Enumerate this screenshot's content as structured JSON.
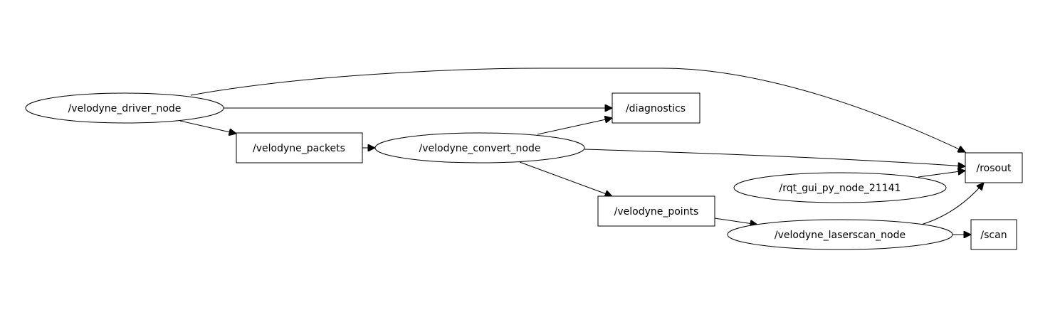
{
  "nodes": {
    "velodyne_driver_node": {
      "label": "/velodyne_driver_node",
      "kind": "node"
    },
    "velodyne_packets": {
      "label": "/velodyne_packets",
      "kind": "topic"
    },
    "velodyne_convert_node": {
      "label": "/velodyne_convert_node",
      "kind": "node"
    },
    "diagnostics": {
      "label": "/diagnostics",
      "kind": "topic"
    },
    "velodyne_points": {
      "label": "/velodyne_points",
      "kind": "topic"
    },
    "rqt_gui_py_node": {
      "label": "/rqt_gui_py_node_21141",
      "kind": "node"
    },
    "velodyne_laserscan_node": {
      "label": "/velodyne_laserscan_node",
      "kind": "node"
    },
    "rosout": {
      "label": "/rosout",
      "kind": "topic"
    },
    "scan": {
      "label": "/scan",
      "kind": "topic"
    }
  },
  "edges": [
    {
      "from": "velodyne_driver_node",
      "to": "diagnostics"
    },
    {
      "from": "velodyne_driver_node",
      "to": "velodyne_packets"
    },
    {
      "from": "velodyne_driver_node",
      "to": "rosout"
    },
    {
      "from": "velodyne_packets",
      "to": "velodyne_convert_node"
    },
    {
      "from": "velodyne_convert_node",
      "to": "diagnostics"
    },
    {
      "from": "velodyne_convert_node",
      "to": "rosout"
    },
    {
      "from": "velodyne_convert_node",
      "to": "velodyne_points"
    },
    {
      "from": "velodyne_points",
      "to": "velodyne_laserscan_node"
    },
    {
      "from": "rqt_gui_py_node",
      "to": "rosout"
    },
    {
      "from": "velodyne_laserscan_node",
      "to": "rosout"
    },
    {
      "from": "velodyne_laserscan_node",
      "to": "scan"
    }
  ],
  "colors": {
    "stroke": "#000000",
    "fill": "#ffffff",
    "text": "#000000"
  }
}
